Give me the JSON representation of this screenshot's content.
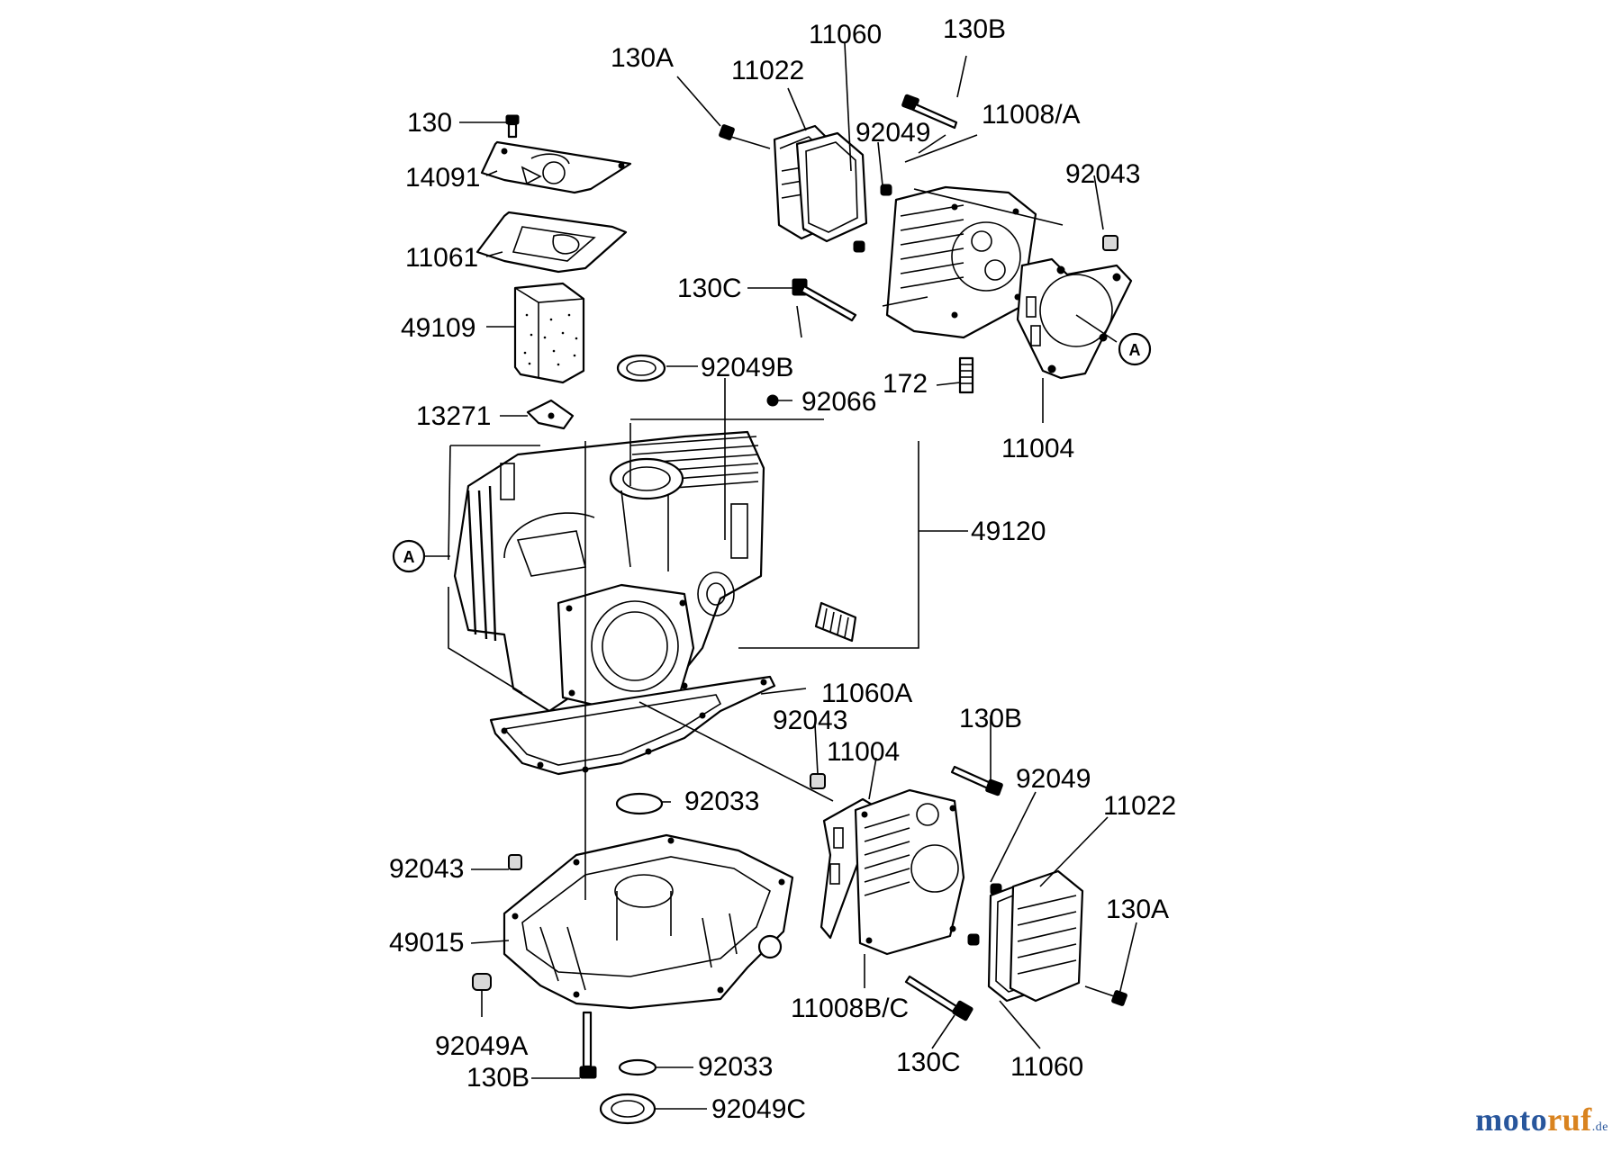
{
  "labels": {
    "l130": "130",
    "l14091": "14091",
    "l11061": "11061",
    "l49109": "49109",
    "l13271": "13271",
    "l92049B": "92049B",
    "l92066": "92066",
    "l49120": "49120",
    "l130A_top": "130A",
    "l11022_top": "11022",
    "l11060_top": "11060",
    "l130B_top": "130B",
    "l11008A": "11008/A",
    "l92049_top": "92049",
    "l92043_top": "92043",
    "l130C_top": "130C",
    "l172": "172",
    "l11004_top": "11004",
    "l11060A": "11060A",
    "l92043_mid": "92043",
    "l11004_bot": "11004",
    "l130B_mid": "130B",
    "l92049_bot": "92049",
    "l11022_bot": "11022",
    "l92033_top": "92033",
    "l92043_left": "92043",
    "l49015": "49015",
    "l130A_bot": "130A",
    "l11008BC": "11008B/C",
    "l92049A": "92049A",
    "l130B_bot": "130B",
    "l130C_bot": "130C",
    "l11060_bot": "11060",
    "l92033_bot": "92033",
    "l92049C": "92049C"
  },
  "callouts": {
    "a_left": "A",
    "a_right": "A"
  },
  "watermark": {
    "part1": "moto",
    "part2": "ruf",
    "part3": ".de"
  }
}
